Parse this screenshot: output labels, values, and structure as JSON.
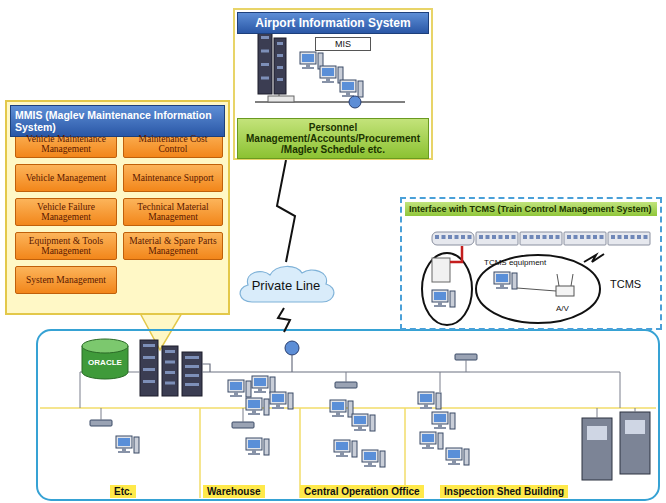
{
  "diagram": {
    "nodes": [
      {
        "text": [
          "Airport Information System"
        ]
      },
      {
        "text": [
          "MIS"
        ],
        "in": 0
      },
      {
        "text": [
          "Personnel Management/Accounts/Procurement /Maglev Schedule etc."
        ],
        "in": 0
      },
      {
        "text": [
          "MMIS (Maglev Maintenance Information System)"
        ]
      },
      {
        "text": [
          "Vehicle Maintenance Management"
        ],
        "in": 3
      },
      {
        "text": [
          "Maintenance Cost Control"
        ],
        "in": 3
      },
      {
        "text": [
          "Vehicle Management"
        ],
        "in": 3
      },
      {
        "text": [
          "Maintenance Support"
        ],
        "in": 3
      },
      {
        "text": [
          "Vehicle Failure Management"
        ],
        "in": 3
      },
      {
        "text": [
          "Technical Material Management"
        ],
        "in": 3
      },
      {
        "text": [
          "Equipment & Tools Management"
        ],
        "in": 3
      },
      {
        "text": [
          "Material & Spare Parts Management"
        ],
        "in": 3
      },
      {
        "text": [
          "System Management"
        ],
        "in": 3
      },
      {
        "text": [
          "Private Line"
        ]
      },
      {
        "text": [
          "Interface with TCMS (Train Control Management System)"
        ]
      },
      {
        "text": [
          "ORACLE"
        ]
      },
      {
        "text": [
          "Etc."
        ]
      },
      {
        "text": [
          "Warehouse"
        ]
      },
      {
        "text": [
          "Central Operation Office"
        ]
      },
      {
        "text": [
          "Inspection Shed Building"
        ]
      }
    ],
    "edges": [
      {
        "from": 0,
        "to": 13,
        "arrow": "none"
      }
    ],
    "labels": [
      "TCMS equipment",
      "A/V",
      "TCMS"
    ]
  }
}
